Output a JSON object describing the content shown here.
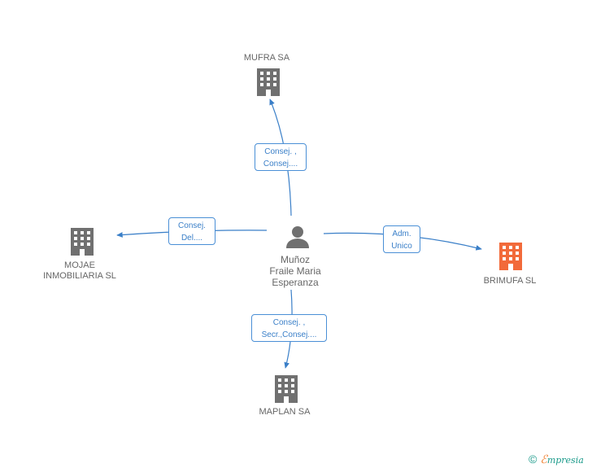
{
  "nodes": {
    "mufra": "MUFRA SA",
    "mojae_line1": "MOJAE",
    "mojae_line2": "INMOBILIARIA SL",
    "brimufa": "BRIMUFA SL",
    "maplan": "MAPLAN SA",
    "person_line1": "Muñoz",
    "person_line2": "Fraile Maria",
    "person_line3": "Esperanza"
  },
  "relations": {
    "mufra": [
      "Consej. ,",
      "Consej...."
    ],
    "mojae": [
      "Consej.",
      "Del...."
    ],
    "brimufa": [
      "Adm.",
      "Unico"
    ],
    "maplan": [
      "Consej. ,",
      "Secr.,Consej...."
    ]
  },
  "colors": {
    "building_gray": "#707070",
    "building_orange": "#f26a3a",
    "edge_blue": "#3a7fc8"
  },
  "icons": {
    "company": "building-icon",
    "person": "person-icon"
  },
  "brand": {
    "copyright": "©",
    "e": "ℰ",
    "rest": "mpresia"
  }
}
